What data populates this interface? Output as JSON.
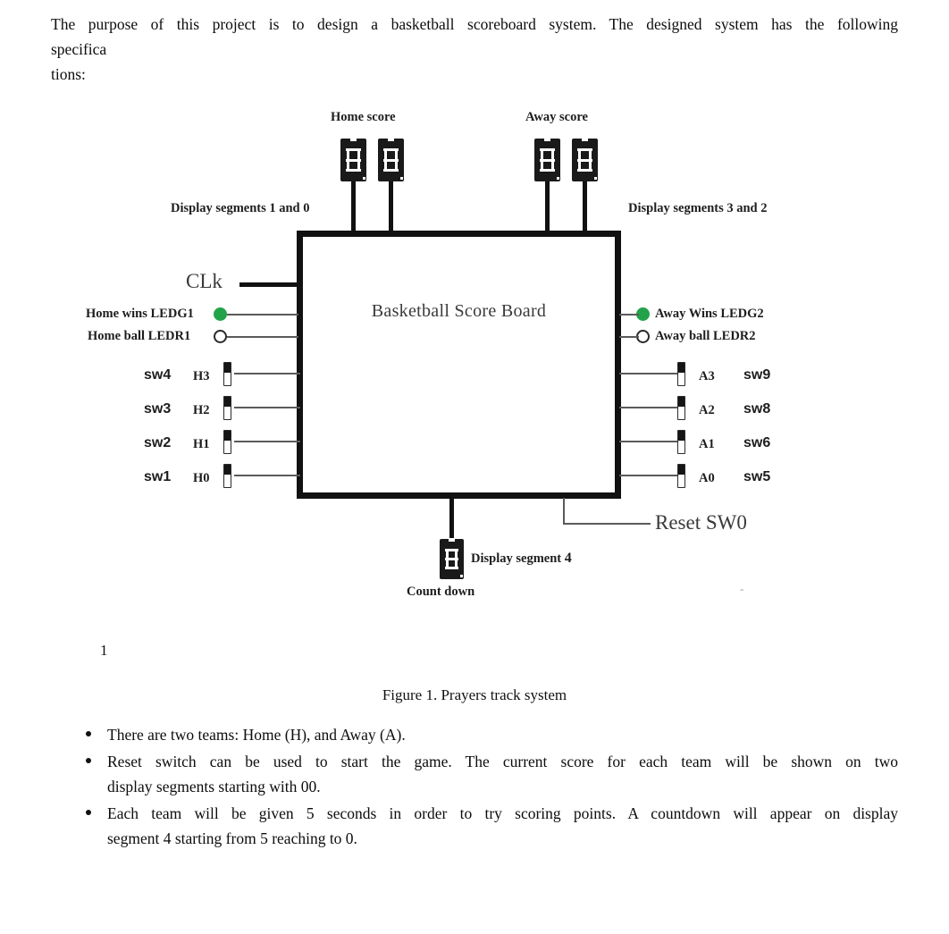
{
  "document": {
    "intro_line1": "The purpose of this project is to design a basketball scoreboard system. The designed system has the following",
    "intro_line2": "specifica",
    "intro_line3": "tions:",
    "page_number": "1",
    "figure_caption": "Figure 1. Prayers track system",
    "stray_mark": "-"
  },
  "figure": {
    "block_title": "Basketball Score  Board",
    "home_score_label": "Home  score",
    "away_score_label": "Away score",
    "display_segments_left": "Display segments 1 and 0",
    "display_segments_right": "Display segments 3 and 2",
    "clk_label": "CLk",
    "home_wins_label": "Home wins LEDG1",
    "home_ball_label": "Home ball LEDR1",
    "away_wins_label": "Away Wins LEDG2",
    "away_ball_label": "Away ball LEDR2",
    "reset_label": "Reset SW0",
    "count_down_label": "Count down",
    "display_segment_bottom": "Display segment",
    "display_segment_bottom_num": "4",
    "led_on_color": "#22a349",
    "led_off_color": "#ffffff",
    "segment_body_color": "#1a1a1a",
    "box_border_color": "#111111",
    "home_switches": [
      {
        "sw": "sw4",
        "pin": "H3"
      },
      {
        "sw": "sw3",
        "pin": "H2"
      },
      {
        "sw": "sw2",
        "pin": "H1"
      },
      {
        "sw": "sw1",
        "pin": "H0"
      }
    ],
    "away_switches": [
      {
        "pin": "A3",
        "sw": "sw9"
      },
      {
        "pin": "A2",
        "sw": "sw8"
      },
      {
        "pin": "A1",
        "sw": "sw6"
      },
      {
        "pin": "A0",
        "sw": "sw5"
      }
    ]
  },
  "bullets": [
    {
      "lines": [
        "There are two teams: Home (H), and Away (A)."
      ]
    },
    {
      "lines": [
        "Reset switch can be used to start the game. The current score for each team will be shown on two",
        "display segments starting with 00."
      ]
    },
    {
      "lines": [
        "Each team will be given 5 seconds in order to try scoring points. A countdown will appear on display",
        "segment 4 starting from 5 reaching to 0."
      ]
    }
  ]
}
